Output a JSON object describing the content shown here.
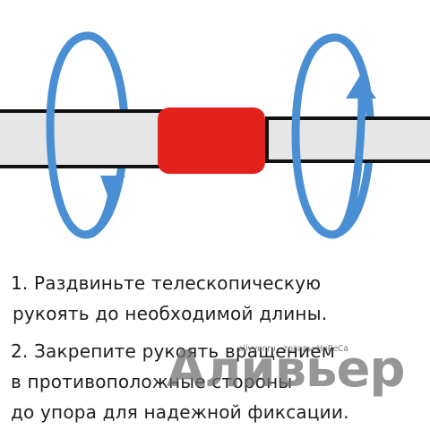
{
  "diagram": {
    "colors": {
      "arrow": "#4a8fd4",
      "collar": "#e3211c",
      "pole_fill": "#e6e6e6",
      "pole_outline": "#111111"
    },
    "left_arrow_direction": "clockwise-down",
    "right_arrow_direction": "counterclockwise-up"
  },
  "instructions": {
    "step1_line1": "1. Раздвиньте телескопическую",
    "step1_line2": "рукоять до необходимой длины.",
    "step2_line1": "2. Закрепите рукоять вращением",
    "step2_line2": "в противоположные стороны",
    "step2_line3": "до упора для надежной фиксации."
  },
  "watermark": {
    "site": "alivyer.ru · товары HoReCa",
    "brand": "Аливьер"
  }
}
